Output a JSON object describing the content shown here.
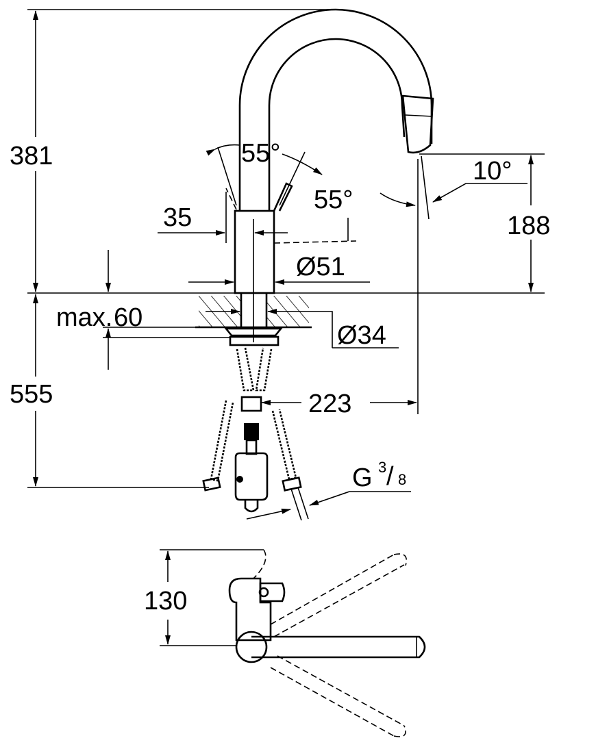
{
  "drawing": {
    "dimensions": {
      "total_height": "381",
      "lever_angle_left": "55°",
      "lever_angle_right": "55°",
      "spray_angle": "10°",
      "handle_offset": "35",
      "spout_height": "188",
      "body_diameter": "Ø51",
      "max_thickness_prefix": "max.",
      "max_thickness_value": "60",
      "hole_diameter": "Ø34",
      "below_height": "555",
      "reach": "223",
      "thread_g": "G",
      "thread_num": "3",
      "thread_den": "8",
      "top_view_depth": "130"
    },
    "colors": {
      "line": "#000000",
      "background": "#ffffff"
    }
  }
}
